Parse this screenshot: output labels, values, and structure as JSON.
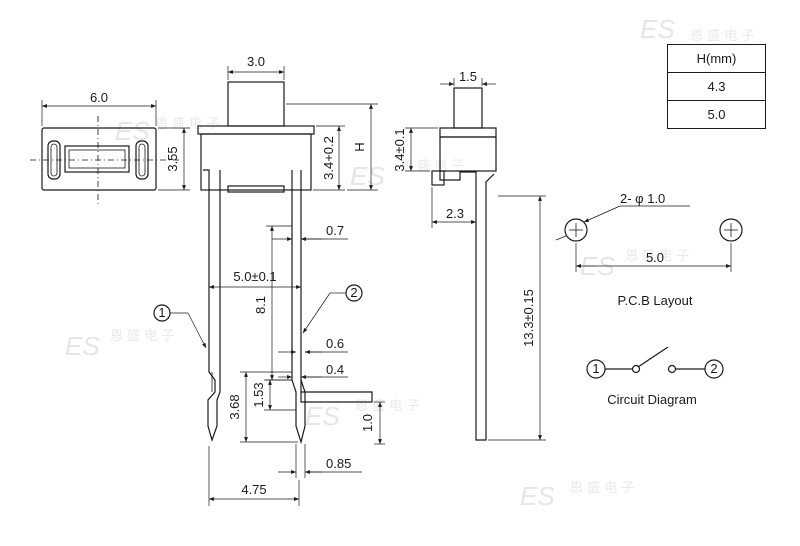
{
  "watermark": {
    "logo": "ES",
    "chinese": "恩 盛 电 子"
  },
  "table": {
    "header": "H(mm)",
    "rows": [
      "4.3",
      "5.0"
    ]
  },
  "top_view": {
    "width": "6.0",
    "height": "3.55"
  },
  "front_view": {
    "actuator_width": "3.0",
    "body_height": "3.4+0.2",
    "total_height": "H",
    "pin_thickness": "0.7",
    "pin_pitch": "5.0±0.1",
    "pin_length": "8.1",
    "pin_width_tip": "0.6",
    "pin_step": "0.4",
    "dim_368": "3.68",
    "dim_153": "1.53",
    "pin_tip_width": "0.85",
    "total_width": "4.75",
    "lead_offset": "1.0",
    "pin1_label": "1",
    "pin2_label": "2"
  },
  "side_view": {
    "actuator_width": "1.5",
    "body_height": "3.4±0.1",
    "offset": "2.3",
    "total_length": "13.3±0.15"
  },
  "pcb": {
    "hole": "2- φ 1.0",
    "pitch": "5.0",
    "title": "P.C.B Layout"
  },
  "circuit": {
    "pin1": "1",
    "pin2": "2",
    "title": "Circuit Diagram"
  }
}
